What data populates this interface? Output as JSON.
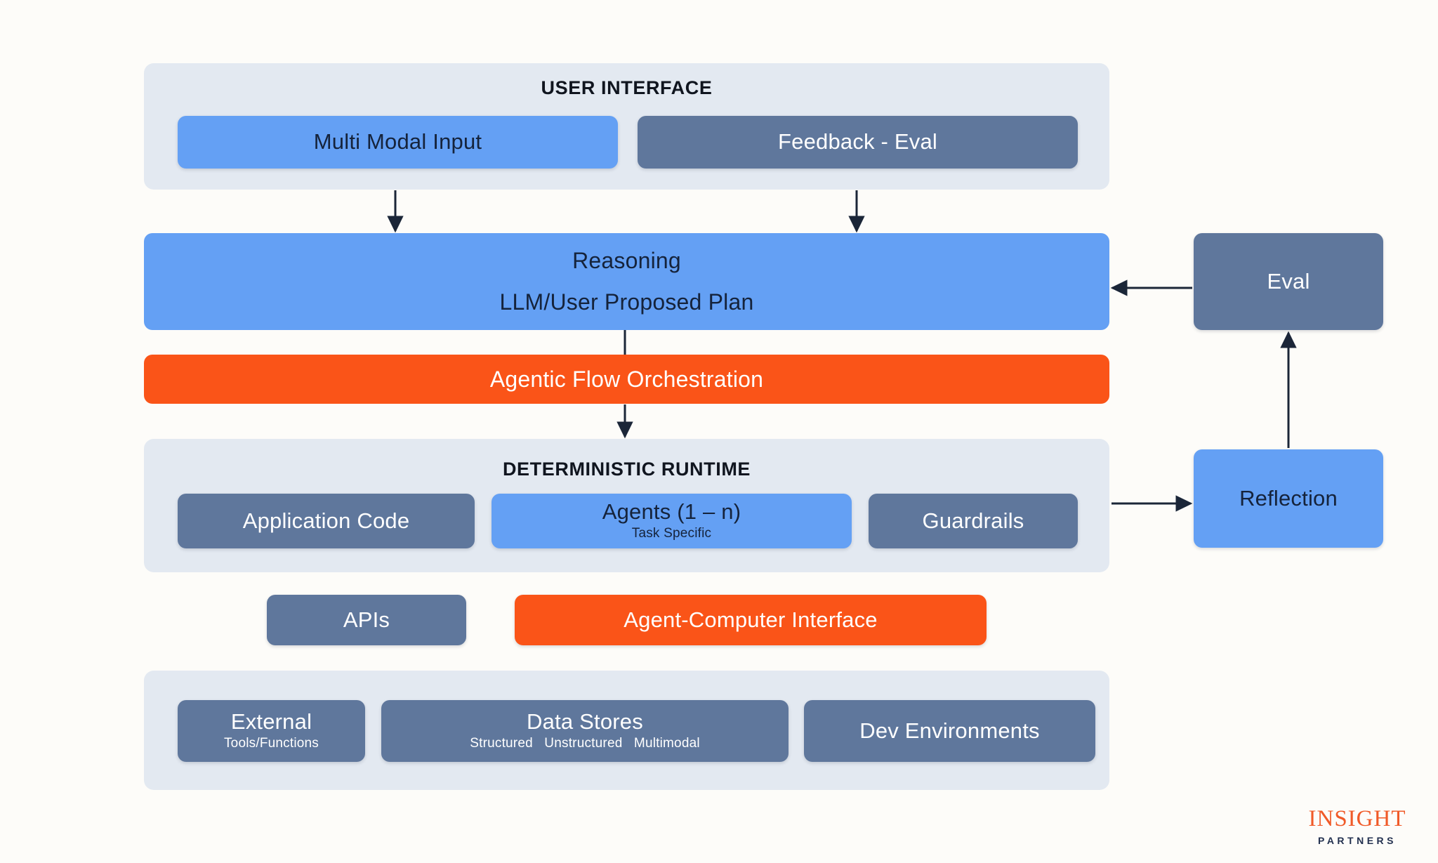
{
  "page": {
    "background_color": "#FDFCF9",
    "title": "Agentic AI Stack Architecture"
  },
  "colors": {
    "panel_bg": "#E3E9F1",
    "blue": "#64A0F4",
    "slate": "#5F779C",
    "orange": "#FA5418",
    "arrow": "#1B2638",
    "text_dark": "#15233B",
    "text_light": "#FFFFFF",
    "logo_orange": "#F05A28",
    "logo_navy": "#233150"
  },
  "user_interface": {
    "title": "USER INTERFACE",
    "items": [
      {
        "label": "Multi Modal Input",
        "color": "blue"
      },
      {
        "label": "Feedback - Eval",
        "color": "slate"
      }
    ]
  },
  "reasoning": {
    "line1": "Reasoning",
    "line2": "LLM/User Proposed Plan",
    "color": "blue"
  },
  "orchestration": {
    "label": "Agentic Flow Orchestration",
    "color": "orange"
  },
  "deterministic_runtime": {
    "title": "DETERMINISTIC RUNTIME",
    "items": [
      {
        "label": "Application Code",
        "sub": "",
        "color": "slate"
      },
      {
        "label": "Agents (1 – n)",
        "sub": "Task Specific",
        "color": "blue"
      },
      {
        "label": "Guardrails",
        "sub": "",
        "color": "slate"
      }
    ]
  },
  "interface_row": {
    "items": [
      {
        "label": "APIs",
        "color": "slate"
      },
      {
        "label": "Agent-Computer Interface",
        "color": "orange"
      }
    ]
  },
  "resources": {
    "items": [
      {
        "label": "External",
        "sub": "Tools/Functions",
        "color": "slate"
      },
      {
        "label": "Data Stores",
        "sub": "Structured   Unstructured   Multimodal",
        "color": "slate"
      },
      {
        "label": "Dev Environments",
        "sub": "",
        "color": "slate"
      }
    ]
  },
  "side_nodes": {
    "eval": {
      "label": "Eval",
      "color": "slate"
    },
    "reflection": {
      "label": "Reflection",
      "color": "blue"
    }
  },
  "logo": {
    "mark": "INSIGHT",
    "sub": "PARTNERS"
  }
}
